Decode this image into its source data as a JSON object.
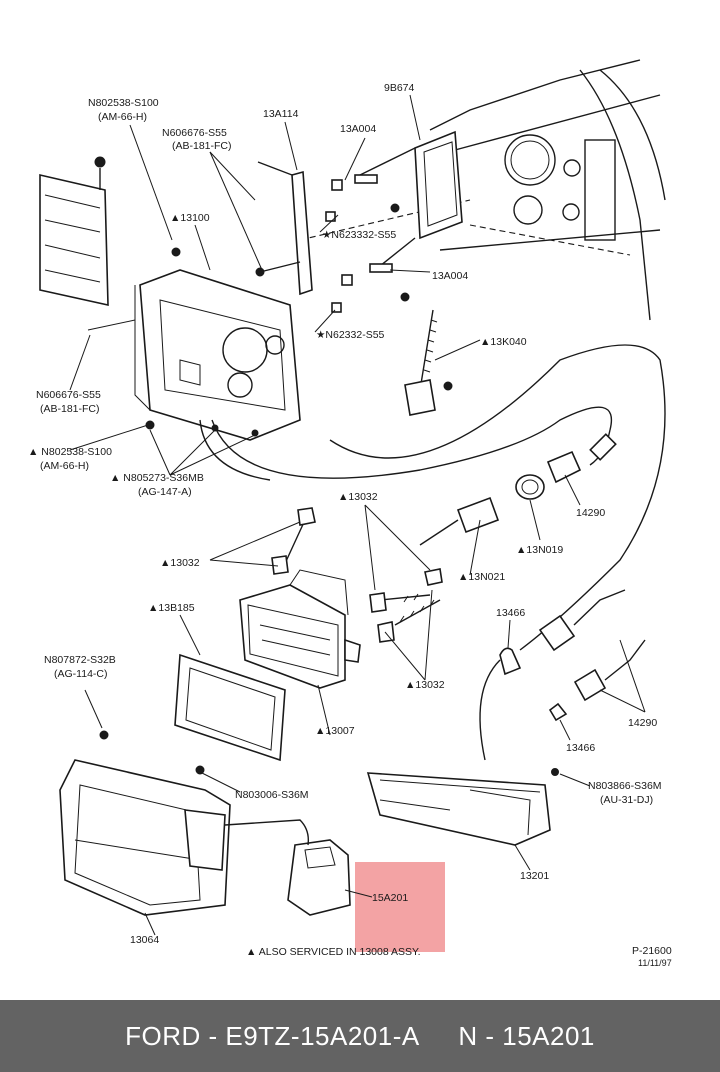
{
  "colors": {
    "highlight": "#e9575a",
    "footer_bg": "#636363",
    "footer_text": "#ffffff"
  },
  "callouts": {
    "c01": "N802538-S100",
    "c02": "(AM-66-H)",
    "c03": "13A114",
    "c04": "9B674",
    "c05": "N606676-S55",
    "c06": "(AB-181-FC)",
    "c07": "13A004",
    "c08": "▲13100",
    "c09": "★N623332-S55",
    "c10": "13A004",
    "c11": "★N62332-S55",
    "c12": "▲13K040",
    "c13": "N606676-S55",
    "c14": "(AB-181-FC)",
    "c15": "▲ N802538-S100",
    "c16": "(AM-66-H)",
    "c17": "▲ N805273-S36MB",
    "c18": "(AG-147-A)",
    "c19": "▲13032",
    "c20": "14290",
    "c21": "▲13N019",
    "c22": "▲13032",
    "c23": "▲13N021",
    "c24": "▲13B185",
    "c25": "13466",
    "c26": "N807872-S32B",
    "c27": "(AG-114-C)",
    "c28": "▲13032",
    "c29": "14290",
    "c30": "▲13007",
    "c31": "13466",
    "c32": "N803006-S36M",
    "c33": "N803866-S36M",
    "c34": "(AU-31-DJ)",
    "c35": "13201",
    "c36": "15A201",
    "c37": "13064",
    "c38": "▲ ALSO SERVICED IN 13008 ASSY.",
    "c39": "P-21600",
    "c40": "11/11/97"
  },
  "footer": {
    "left": "FORD - E9TZ-15A201-A",
    "right": "N - 15A201"
  }
}
